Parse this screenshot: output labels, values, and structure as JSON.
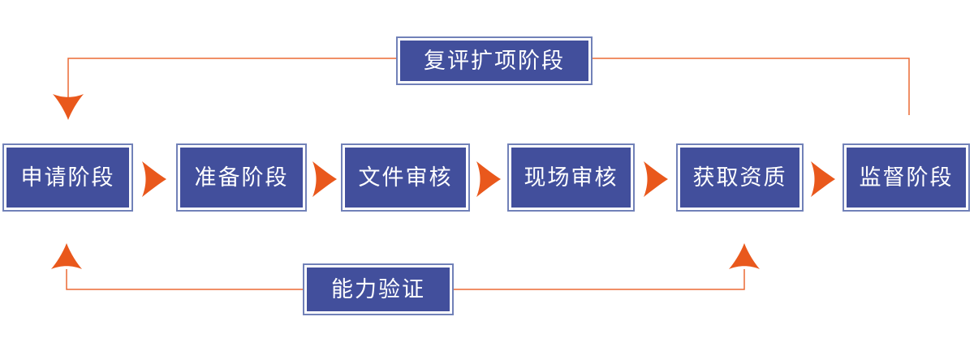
{
  "diagram": {
    "type": "process-flow",
    "stages": [
      {
        "label": "申请阶段"
      },
      {
        "label": "准备阶段"
      },
      {
        "label": "文件审核"
      },
      {
        "label": "现场审核"
      },
      {
        "label": "获取资质"
      },
      {
        "label": "监督阶段"
      }
    ],
    "loops": {
      "top": {
        "label": "复评扩项阶段",
        "from": "监督阶段",
        "to": "申请阶段"
      },
      "bottom": {
        "label": "能力验证",
        "from": "申请阶段",
        "to": "获取资质"
      }
    },
    "colors": {
      "box_fill": "#424F9C",
      "box_outer_ring": "#7181B8",
      "box_inner_ring": "#FFFFFF",
      "box_text": "#FFFFFF",
      "arrow_solid": "#E9581C",
      "connector_line": "#EB6A35",
      "background": "#FFFFFF"
    }
  }
}
